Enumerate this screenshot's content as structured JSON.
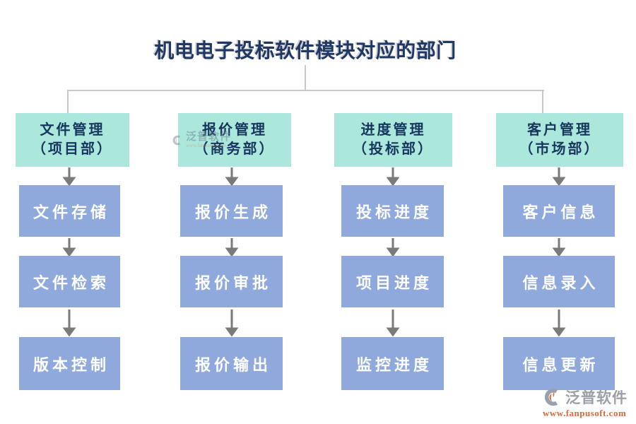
{
  "title": "机电电子投标软件模块对应的部门",
  "columns": [
    {
      "header": "文件管理",
      "dept": "（项目部）",
      "items": [
        "文件存储",
        "文件检索",
        "版本控制"
      ]
    },
    {
      "header": "报价管理",
      "dept": "（商务部）",
      "items": [
        "报价生成",
        "报价审批",
        "报价输出"
      ]
    },
    {
      "header": "进度管理",
      "dept": "（投标部）",
      "items": [
        "投标进度",
        "项目进度",
        "监控进度"
      ]
    },
    {
      "header": "客户管理",
      "dept": "（市场部）",
      "items": [
        "客户信息",
        "信息录入",
        "信息更新"
      ]
    }
  ],
  "branding": {
    "logo_text": "泛普软件",
    "website": "www.fanpusoft.com",
    "watermark_text": "泛普软件",
    "watermark_url": "www.fanpusoft.com"
  },
  "colors": {
    "header_bg": "#abe7db",
    "item_bg": "#8fa9dc",
    "title_color": "#1f3864",
    "header_text": "#17365d",
    "item_text": "#ffffff",
    "arrow": "#7a7a7a",
    "connector_line": "#c9c9c9",
    "logo_gray": "#9aa0a6",
    "logo_orange": "#d96a3a"
  }
}
